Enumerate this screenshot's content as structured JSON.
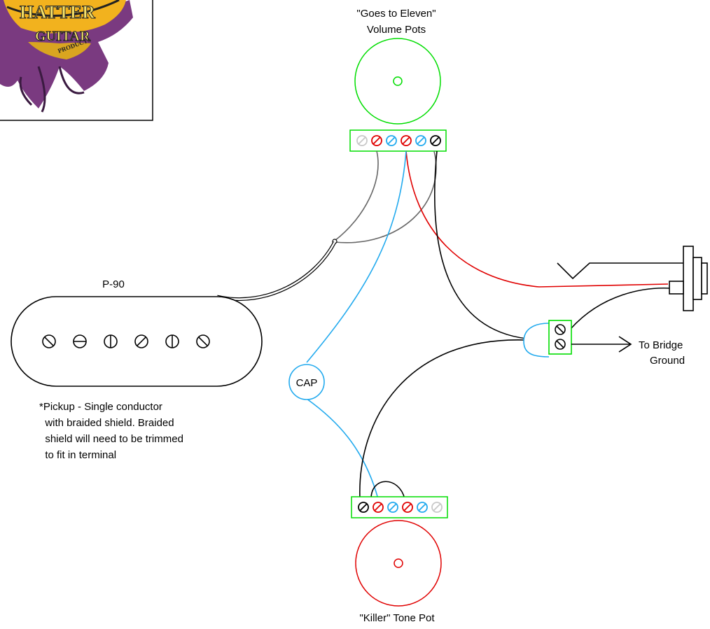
{
  "logo": {
    "text_line1": "HATTER",
    "text_line2": "GUITAR",
    "text_line3": "PRODUCTS"
  },
  "volume_pot": {
    "title_line1": "\"Goes to Eleven\"",
    "title_line2": "Volume Pots",
    "ring_color": "#00dd00",
    "terminal_colors": [
      "#c8c8c8",
      "#e00000",
      "#22aaee",
      "#e00000",
      "#22aaee",
      "#000000"
    ]
  },
  "tone_pot": {
    "title": "\"Killer\" Tone Pot",
    "ring_color": "#e00000",
    "terminal_colors": [
      "#000000",
      "#e00000",
      "#22aaee",
      "#e00000",
      "#22aaee",
      "#c8c8c8"
    ]
  },
  "pickup": {
    "name": "P-90",
    "note_lines": [
      "*Pickup - Single conductor",
      "  with braided shield. Braided",
      "  shield will need to be trimmed",
      "  to fit in terminal"
    ]
  },
  "capacitor": {
    "label": "CAP",
    "color": "#22aaee"
  },
  "ground_terminal": {
    "label_line1": "To Bridge",
    "label_line2": "Ground"
  },
  "wire_colors": {
    "hot": "#e00000",
    "cap": "#22aaee",
    "ground": "#000000",
    "shield": "#666666",
    "terminal_block": "#00dd00"
  }
}
